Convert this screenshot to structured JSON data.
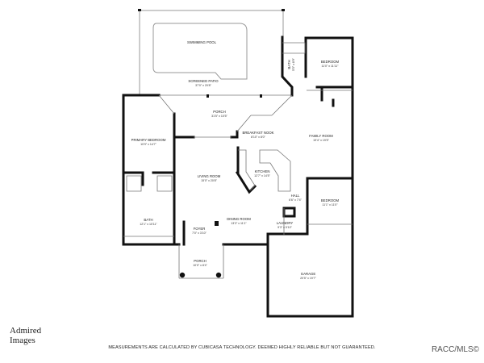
{
  "plan": {
    "rooms": [
      {
        "name": "SWIMMING POOL",
        "dim": ""
      },
      {
        "name": "SCREENED PATIO",
        "dim": "37'0\" x 20'8\""
      },
      {
        "name": "BATH",
        "dim": "5'5\" x 8'9\""
      },
      {
        "name": "BEDROOM",
        "dim": "11'0\" x 11'11\""
      },
      {
        "name": "PORCH",
        "dim": "31'5\" x 10'5\""
      },
      {
        "name": "PRIMARY BEDROOM",
        "dim": "10'9\" x 14'7\""
      },
      {
        "name": "BREAKFAST NOOK",
        "dim": "8'10\" x 8'0\""
      },
      {
        "name": "FAMILY ROOM",
        "dim": "19'4\" x 19'5\""
      },
      {
        "name": "LIVING ROOM",
        "dim": "15'0\" x 20'8\""
      },
      {
        "name": "KITCHEN",
        "dim": "12'7\" x 14'5\""
      },
      {
        "name": "HALL",
        "dim": "6'6\" x 7'4\""
      },
      {
        "name": "BEDROOM",
        "dim": "11'1\" x 11'0\""
      },
      {
        "name": "BATH",
        "dim": "12'1\" x 10'11\""
      },
      {
        "name": "FOYER",
        "dim": "7'0\" x 3'10\""
      },
      {
        "name": "DINING ROOM",
        "dim": "13'3\" x 11'1\""
      },
      {
        "name": "LAUNDRY",
        "dim": "9'3\" x 5'10\""
      },
      {
        "name": "PORCH",
        "dim": "10'0\" x 8'4\""
      },
      {
        "name": "GARAGE",
        "dim": "20'5\" x 19'7\""
      }
    ]
  },
  "footer": {
    "disclaimer": "MEASUREMENTS ARE CALCULATED BY CUBICASA TECHNOLOGY. DEEMED HIGHLY RELIABLE BUT NOT GUARANTEED.",
    "logo_line1": "Admired",
    "logo_line2": "Images",
    "copyright": "RACC/MLS©"
  }
}
